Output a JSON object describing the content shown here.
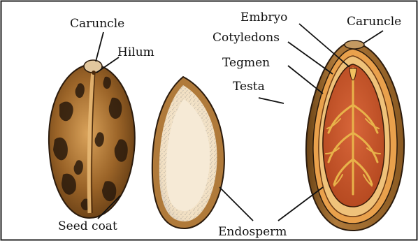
{
  "labels": {
    "caruncle_left": "Caruncle",
    "hilum": "Hilum",
    "seed_coat": "Seed coat",
    "endosperm": "Endosperm",
    "embryo": "Embryo",
    "cotyledons": "Cotyledons",
    "tegmen": "Tegmen",
    "testa": "Testa",
    "caruncle_right": "Caruncle"
  },
  "colors": {
    "seed_coat_base": "#8a5a1f",
    "seed_coat_mottle": "#2a1a0c",
    "seed_coat_light": "#c98a3a",
    "endosperm": "#f4e6cf",
    "endosperm_speckle": "#8a8a8a",
    "shell_brown": "#a56a2c",
    "embryo_orange": "#c8542a",
    "vein_yellow": "#e8b34a",
    "outline": "#2a1a0c"
  }
}
